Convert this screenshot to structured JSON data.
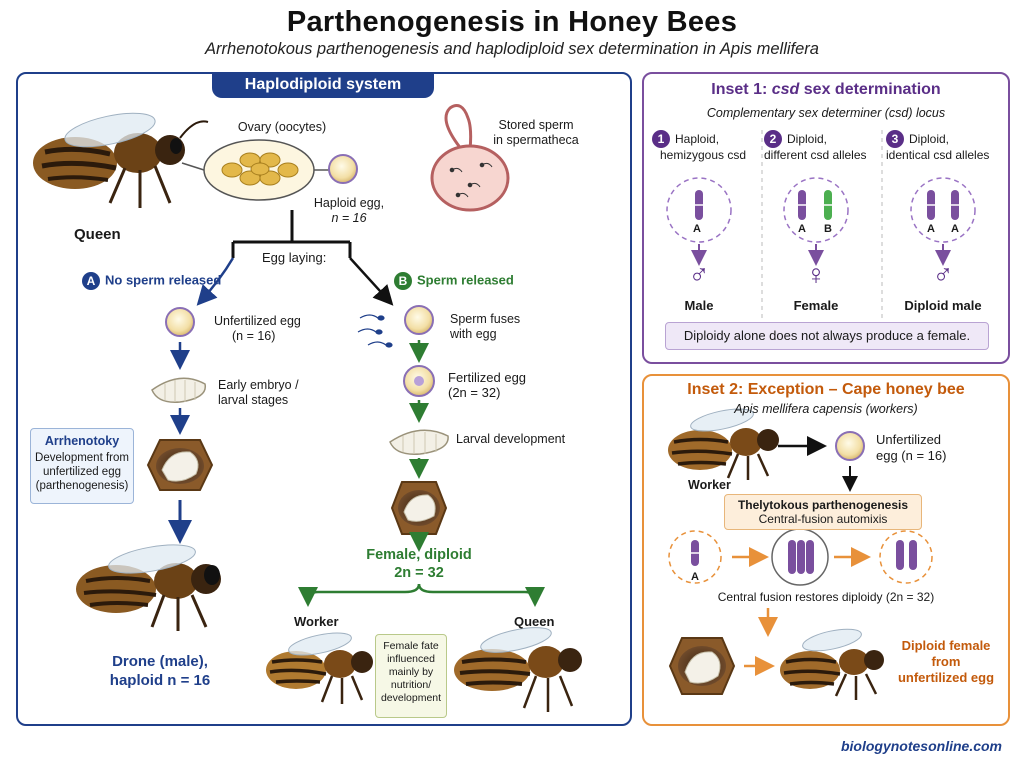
{
  "title": "Parthenogenesis in Honey Bees",
  "subtitle": "Arrhenotokous parthenogenesis and haplodiploid sex determination in Apis mellifera",
  "main": {
    "tab": "Haplodiploid system",
    "ovary_label": "Ovary (oocytes)",
    "sperm_label_1": "Stored sperm",
    "sperm_label_2": "in spermatheca",
    "haploid_egg_1": "Haploid egg,",
    "haploid_egg_2": "n = 16",
    "queen_label": "Queen",
    "egg_laying": "Egg laying:",
    "branch_a": {
      "badge": "A",
      "label": "No sperm released"
    },
    "branch_b": {
      "badge": "B",
      "label": "Sperm released"
    },
    "unfertilized_1": "Unfertilized egg",
    "unfertilized_2": "(n = 16)",
    "early_embryo_1": "Early embryo /",
    "early_embryo_2": "larval stages",
    "arrhenotoky": {
      "title": "Arrhenotoky",
      "line1": "Development from",
      "line2": "unfertilized egg",
      "line3": "(parthenogenesis)"
    },
    "drone_1": "Drone (male),",
    "drone_2": "haploid n = 16",
    "sperm_fuses_1": "Sperm fuses",
    "sperm_fuses_2": "with egg",
    "fertilized_1": "Fertilized egg",
    "fertilized_2": "(2n = 32)",
    "larval_dev": "Larval development",
    "female_diploid_1": "Female, diploid",
    "female_diploid_2": "2n = 32",
    "worker": "Worker",
    "queen2": "Queen",
    "fate": {
      "l1": "Female fate",
      "l2": "influenced",
      "l3": "mainly by",
      "l4": "nutrition/",
      "l5": "development"
    }
  },
  "inset1": {
    "title_prefix": "Inset 1: ",
    "title_em": "csd",
    "title_suffix": " sex determination",
    "subtitle": "Complementary sex determiner (csd) locus",
    "cols": [
      {
        "num": "1",
        "l1": "Haploid,",
        "l2": "hemizygous csd",
        "alleles": [
          "A"
        ],
        "sex": "Male",
        "symbol": "♂"
      },
      {
        "num": "2",
        "l1": "Diploid,",
        "l2": "different csd alleles",
        "alleles": [
          "A",
          "B"
        ],
        "sex": "Female",
        "symbol": "♀"
      },
      {
        "num": "3",
        "l1": "Diploid,",
        "l2": "identical csd alleles",
        "alleles": [
          "A",
          "A"
        ],
        "sex": "Diploid male",
        "symbol": "♂"
      }
    ],
    "note": "Diploidy alone does not always produce a female."
  },
  "inset2": {
    "title": "Inset 2: Exception – Cape honey bee",
    "subtitle": "Apis mellifera capensis (workers)",
    "worker": "Worker",
    "unfert_1": "Unfertilized",
    "unfert_2": "egg (n = 16)",
    "box_l1": "Thelytokous parthenogenesis",
    "box_l2": "Central-fusion automixis",
    "allele": "A",
    "restores": "Central fusion restores diploidy (2n = 32)",
    "result_1": "Diploid female",
    "result_2": "from",
    "result_3": "unfertilized egg"
  },
  "footer": "biologynotesonline.com",
  "colors": {
    "navy": "#1f3f8a",
    "green": "#2e7d32",
    "purple": "#7a4f9e",
    "orange": "#e8913a"
  }
}
